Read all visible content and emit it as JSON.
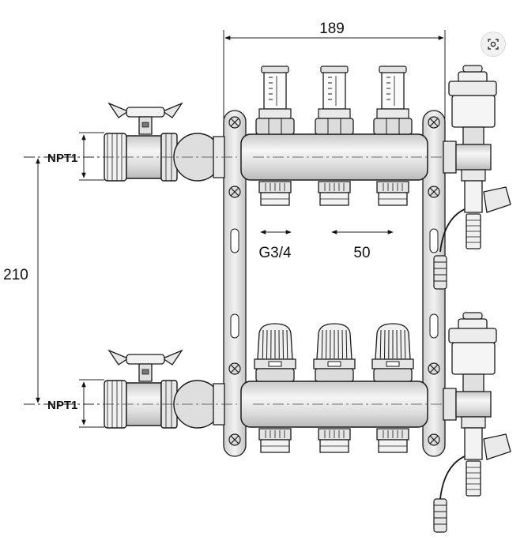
{
  "dimensions": {
    "top_width": "189",
    "vertical_spacing": "210",
    "port_thread": "G3/4",
    "port_pitch": "50",
    "inlet_thread_top": "NPT1",
    "inlet_thread_bottom": "NPT1"
  },
  "flowmeters": {
    "count": 3
  },
  "valves": {
    "count": 3
  },
  "colors": {
    "line": "#1a1a1a",
    "fill_light": "#e8e8e8",
    "fill_mid": "#cfcfcf",
    "background": "#ffffff"
  },
  "icons": {
    "search": "lens-search-icon"
  }
}
